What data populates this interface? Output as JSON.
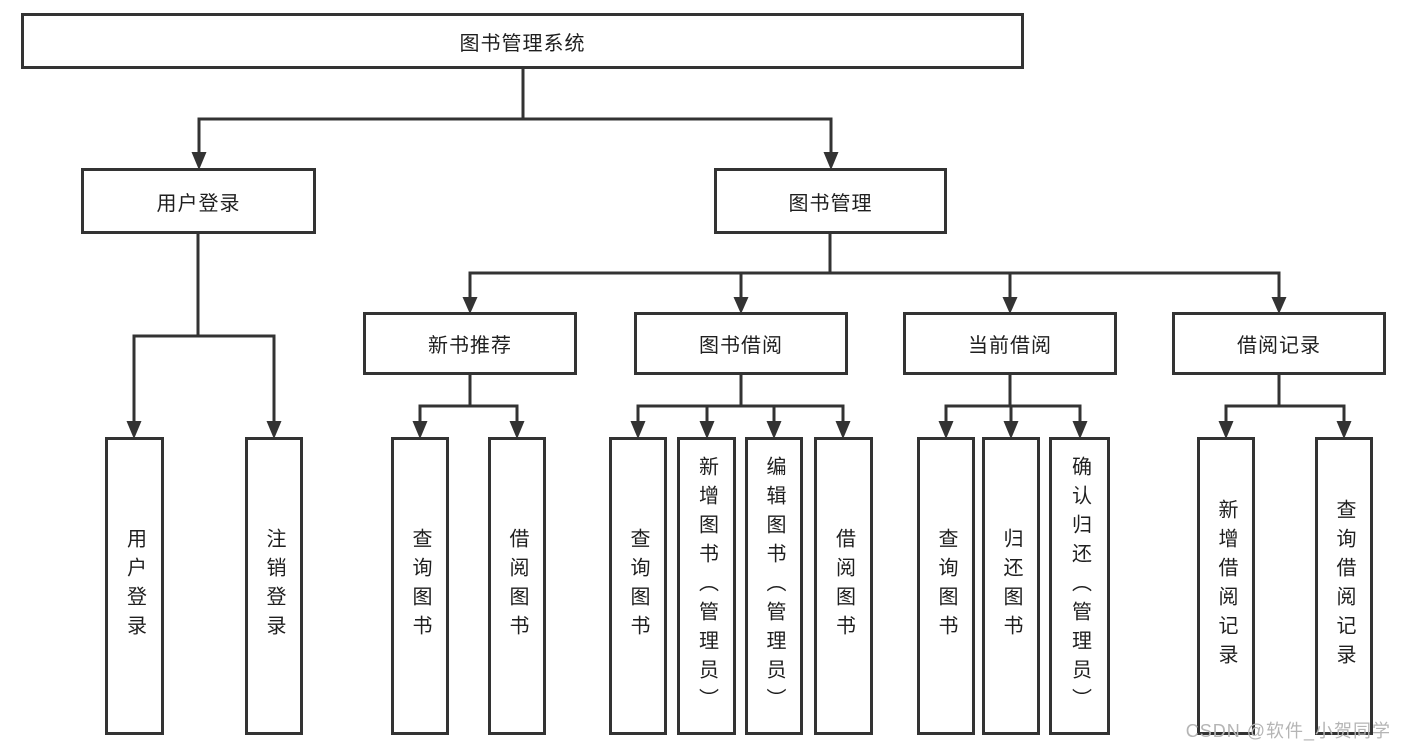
{
  "tree": {
    "root": {
      "label": "图书管理系统"
    },
    "branches": [
      {
        "label": "用户登录",
        "leaves": [
          "用户登录",
          "注销登录"
        ]
      },
      {
        "label": "图书管理",
        "groups": [
          {
            "label": "新书推荐",
            "leaves": [
              "查询图书",
              "借阅图书"
            ]
          },
          {
            "label": "图书借阅",
            "leaves": [
              "查询图书",
              "新增图书（管理员）",
              "编辑图书（管理员）",
              "借阅图书"
            ]
          },
          {
            "label": "当前借阅",
            "leaves": [
              "查询图书",
              "归还图书",
              "确认归还（管理员）"
            ]
          },
          {
            "label": "借阅记录",
            "leaves": [
              "新增借阅记录",
              "查询借阅记录"
            ]
          }
        ]
      }
    ]
  },
  "watermark": {
    "text": "CSDN @软件_小贺同学"
  },
  "colors": {
    "line": "#333333",
    "box_border": "#333333",
    "box_fill": "#ffffff",
    "text": "#1f1f1f",
    "watermark": "#b5b5b5",
    "background": "#ffffff"
  }
}
